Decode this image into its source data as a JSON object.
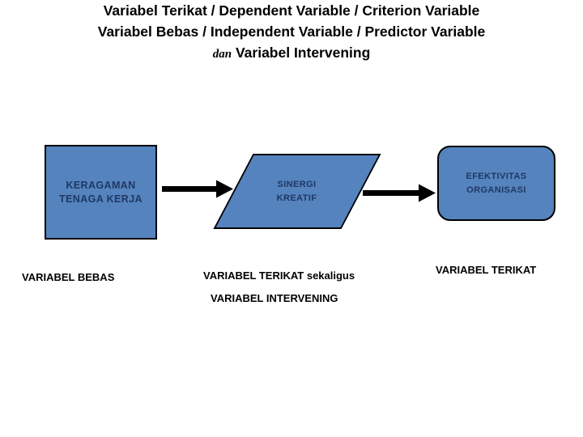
{
  "title": {
    "line1": "Variabel Terikat / Dependent Variable / Criterion Variable",
    "line2": "Variabel Bebas / Independent Variable / Predictor Variable",
    "line3_italic": "dan",
    "line3_rest": "Variabel Intervening"
  },
  "diagram": {
    "nodes": [
      {
        "id": "keragaman",
        "shape": "rectangle",
        "line1": "KERAGAMAN",
        "line2": "TENAGA KERJA"
      },
      {
        "id": "sinergi",
        "shape": "parallelogram",
        "line1": "SINERGI",
        "line2": "KREATIF"
      },
      {
        "id": "efektivitas",
        "shape": "rounded-rectangle",
        "line1": "EFEKTIVITAS",
        "line2": "ORGANISASI"
      }
    ],
    "connectors": [
      {
        "from": "keragaman",
        "to": "sinergi",
        "type": "arrow-right"
      },
      {
        "from": "sinergi",
        "to": "efektivitas",
        "type": "arrow-right"
      }
    ],
    "labels": {
      "bebas": "VARIABEL BEBAS",
      "terikat_sekaligus": "VARIABEL TERIKAT sekaligus",
      "intervening": "VARIABEL INTERVENING",
      "terikat": "VARIABEL TERIKAT"
    }
  },
  "colors": {
    "background": "#ffffff",
    "title_text": "#000000",
    "shape_fill": "#5583bd",
    "shape_border": "#000000",
    "shape_text": "#1f3864",
    "arrow": "#000000",
    "label_text": "#000000"
  }
}
